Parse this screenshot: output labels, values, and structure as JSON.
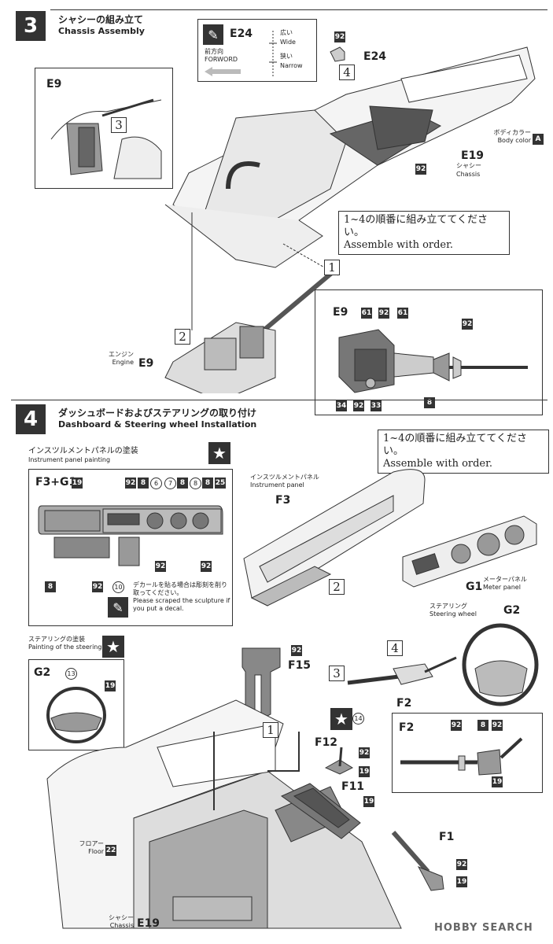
{
  "step3": {
    "number": "3",
    "title_jp": "シャシーの組み立て",
    "title_en": "Chassis Assembly",
    "e24_box": {
      "part": "E24",
      "forward_jp": "前方向",
      "forward_en": "FORWORD",
      "wide_jp": "広い",
      "wide_en": "Wide",
      "narrow_jp": "狭い",
      "narrow_en": "Narrow"
    },
    "e24_label": "E24",
    "e24_color": "92",
    "order4": "4",
    "order3": "3",
    "order1": "1",
    "order2": "2",
    "e9_inset_label": "E9",
    "body_color_jp": "ボディカラー",
    "body_color_en": "Body color",
    "body_color_code": "A",
    "e19_label": "E19",
    "chassis_jp": "シャシー",
    "chassis_en": "Chassis",
    "chassis_color": "92",
    "note_jp": "1~4の順番に組み立ててください。",
    "note_en": "Assemble with order.",
    "engine_jp": "エンジン",
    "engine_en": "Engine",
    "engine_part": "E9",
    "e9_detail": {
      "label": "E9",
      "colors_top": [
        "61",
        "92",
        "61"
      ],
      "color_right": "92",
      "colors_bottom": [
        "34",
        "92",
        "33"
      ],
      "color_8": "8"
    }
  },
  "step4": {
    "number": "4",
    "title_jp": "ダッシュボードおよびステアリングの取り付け",
    "title_en": "Dashboard & Steering wheel Installation",
    "note_jp": "1~4の順番に組み立ててください。",
    "note_en": "Assemble with order.",
    "panel_painting": {
      "title_jp": "インスツルメントパネルの塗装",
      "title_en": "Instrument panel painting",
      "label": "F3+G1",
      "colors_top": [
        "19",
        "92",
        "8",
        "6",
        "7",
        "8",
        "8",
        "8",
        "25"
      ],
      "colors_bottom": [
        "8",
        "92",
        "10",
        "92",
        "92"
      ],
      "decal_jp": "デカールを貼る場合は彫刻を削り取ってください。",
      "decal_en": "Please scraped the sculpture if you put a decal."
    },
    "instrument_panel_jp": "インスツルメントパネル",
    "instrument_panel_en": "Instrument panel",
    "f3_label": "F3",
    "meter_panel_jp": "メーターパネル",
    "meter_panel_en": "Meter panel",
    "g1_label": "G1",
    "steering_jp": "ステアリング",
    "steering_en": "Steering wheel",
    "g2_label": "G2",
    "steering_painting": {
      "title_jp": "ステアリングの塗装",
      "title_en": "Painting of the steering",
      "label": "G2",
      "colors": [
        "13",
        "19"
      ]
    },
    "f15_label": "F15",
    "f15_color": "92",
    "f2_label": "F2",
    "f2_detail": {
      "label": "F2",
      "colors": [
        "92",
        "8",
        "92",
        "19"
      ]
    },
    "f12_label": "F12",
    "f12_colors": [
      "14",
      "92",
      "19"
    ],
    "f11_label": "F11",
    "f11_color": "19",
    "f1_label": "F1",
    "f1_colors": [
      "92",
      "19"
    ],
    "floor_jp": "フロアー",
    "floor_en": "Floor",
    "floor_color": "22",
    "chassis_jp": "シャシー",
    "chassis_en": "Chassis",
    "chassis_part": "E19",
    "order1": "1",
    "order2": "2",
    "order3": "3",
    "order4": "4"
  },
  "watermark": "HOBBY SEARCH"
}
